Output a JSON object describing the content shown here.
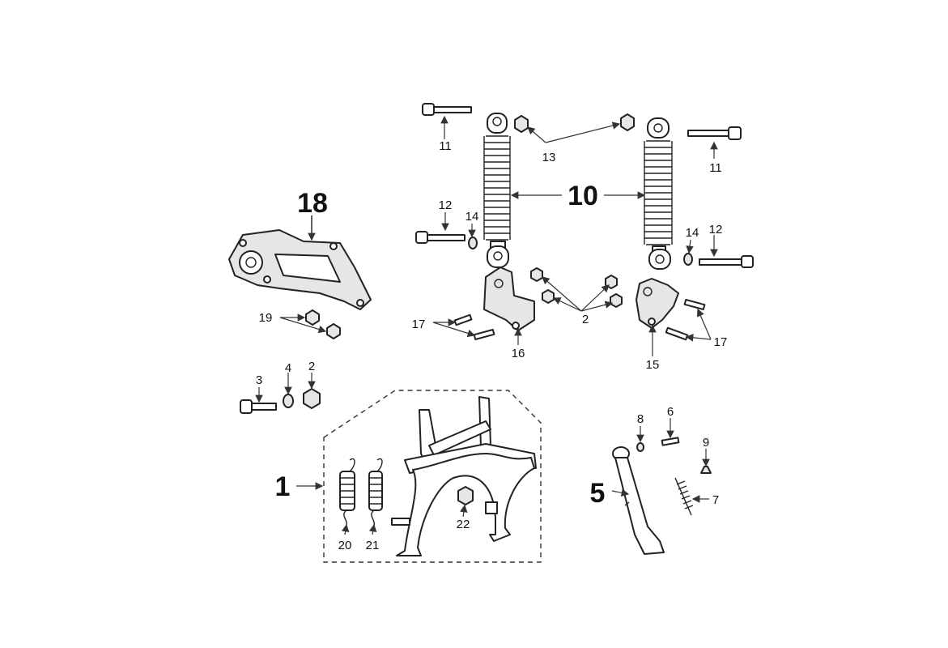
{
  "labels": {
    "p1": "1",
    "p2a": "2",
    "p2b": "2",
    "p3": "3",
    "p4": "4",
    "p5": "5",
    "p6": "6",
    "p7": "7",
    "p8": "8",
    "p9": "9",
    "p10": "10",
    "p11a": "11",
    "p11b": "11",
    "p12a": "12",
    "p12b": "12",
    "p13": "13",
    "p14a": "14",
    "p14b": "14",
    "p15": "15",
    "p16": "16",
    "p17a": "17",
    "p17b": "17",
    "p18": "18",
    "p19": "19",
    "p20": "20",
    "p21": "21",
    "p22": "22"
  }
}
